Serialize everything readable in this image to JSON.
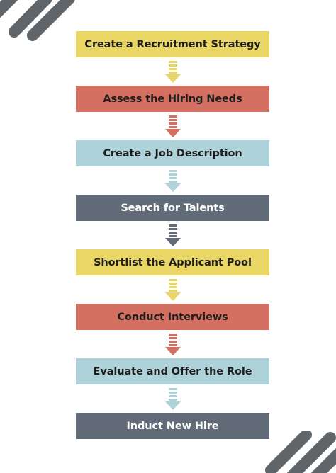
{
  "theme": {
    "yellow": "#E9D665",
    "red": "#D47062",
    "blue": "#AED2DA",
    "slate": "#626C79",
    "deco": "#5F6569"
  },
  "steps": [
    {
      "label": "Create a Recruitment Strategy",
      "color": "#E9D665",
      "arrow_color": "#E9D665"
    },
    {
      "label": "Assess the Hiring Needs",
      "color": "#D47062",
      "arrow_color": "#D47062"
    },
    {
      "label": "Create a Job Description",
      "color": "#AED2DA",
      "arrow_color": "#AED2DA"
    },
    {
      "label": "Search for Talents",
      "color": "#626C79",
      "arrow_color": "#626C79"
    },
    {
      "label": "Shortlist the Applicant Pool",
      "color": "#E9D665",
      "arrow_color": "#E9D665"
    },
    {
      "label": "Conduct Interviews",
      "color": "#D47062",
      "arrow_color": "#D47062"
    },
    {
      "label": "Evaluate and Offer the Role",
      "color": "#AED2DA",
      "arrow_color": "#AED2DA"
    },
    {
      "label": "Induct New Hire",
      "color": "#626C79"
    }
  ]
}
